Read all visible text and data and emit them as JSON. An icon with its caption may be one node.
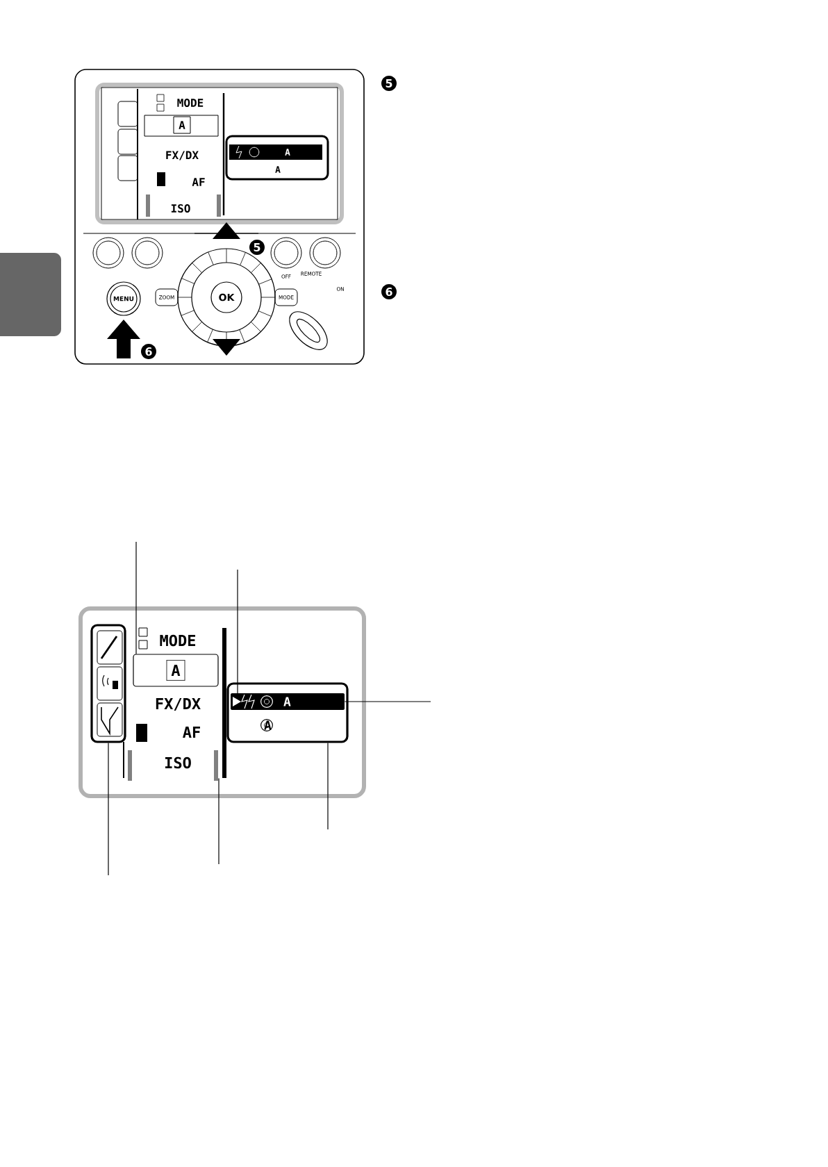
{
  "diagram": {
    "nodes": [
      {
        "text": [],
        "shape": "box"
      },
      {
        "text": [
          "A"
        ]
      },
      {
        "text": [],
        "shape": "box"
      },
      {
        "text": [
          "A"
        ],
        "in": 2
      },
      {
        "text": [],
        "shape": "triangle",
        "in": 3
      },
      {
        "text": [
          "A"
        ],
        "in": 2
      },
      {
        "text": [],
        "shape": "bar"
      }
    ],
    "edges": [
      {
        "from": null,
        "to": 1,
        "arrow": "none"
      },
      {
        "from": null,
        "to": 4,
        "arrow": "none"
      },
      {
        "from": null,
        "to": 3,
        "arrow": "none"
      },
      {
        "from": null,
        "to": 2,
        "arrow": "none"
      },
      {
        "from": null,
        "to": 6,
        "arrow": "none"
      },
      {
        "from": null,
        "to": 0,
        "arrow": "none"
      }
    ],
    "labels": [
      "MODE",
      "A",
      "FX/DX",
      "AF",
      "ISO",
      "A",
      "A",
      "5",
      "5",
      "MENU",
      "ZOOM",
      "OK",
      "MODE",
      "OFF",
      "REMOTE",
      "ON",
      "6",
      "6",
      "MODE",
      "FX/DX",
      "AF",
      "ISO"
    ]
  }
}
